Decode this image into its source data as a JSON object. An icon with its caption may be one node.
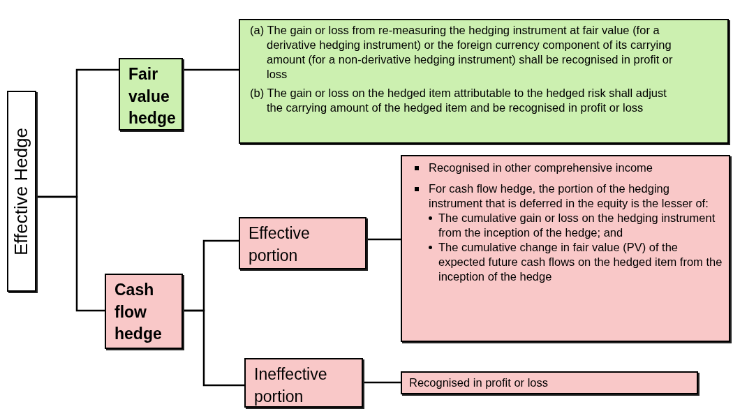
{
  "diagram": {
    "nodes": [
      {
        "text": [
          "Effective Hedge"
        ]
      },
      {
        "text": [
          "Fair value hedge"
        ]
      },
      {
        "text": [
          "(a) The gain or loss from re-measuring the hedging instrument at fair value (for a derivative hedging instrument) or the foreign currency component of its carrying amount (for a non-derivative hedging instrument) shall be recognised in profit or loss",
          "(b) The gain or loss on the hedged item attributable to the hedged risk shall adjust the carrying amount of the hedged item and be recognised in profit or loss"
        ]
      },
      {
        "text": [
          "Cash flow hedge"
        ]
      },
      {
        "text": [
          "Effective portion"
        ]
      },
      {
        "text": [
          "Recognised in other comprehensive income",
          "For cash flow hedge, the portion of the hedging instrument that is deferred in the equity is the lesser of:",
          "The cumulative gain or loss on the hedging instrument from the inception of the hedge; and",
          "The cumulative change in fair value (PV) of the expected future cash flows on the hedged item from the inception of the hedge"
        ]
      },
      {
        "text": [
          "Ineffective portion"
        ]
      },
      {
        "text": [
          "Recognised in profit or loss"
        ]
      }
    ],
    "edges": [
      {
        "from": 0,
        "to": 1,
        "arrow": "none"
      },
      {
        "from": 0,
        "to": 3,
        "arrow": "none"
      },
      {
        "from": 1,
        "to": 2,
        "arrow": "none"
      },
      {
        "from": 3,
        "to": 4,
        "arrow": "none"
      },
      {
        "from": 3,
        "to": 6,
        "arrow": "none"
      },
      {
        "from": 4,
        "to": 5,
        "arrow": "none"
      },
      {
        "from": 6,
        "to": 7,
        "arrow": "none"
      }
    ]
  }
}
